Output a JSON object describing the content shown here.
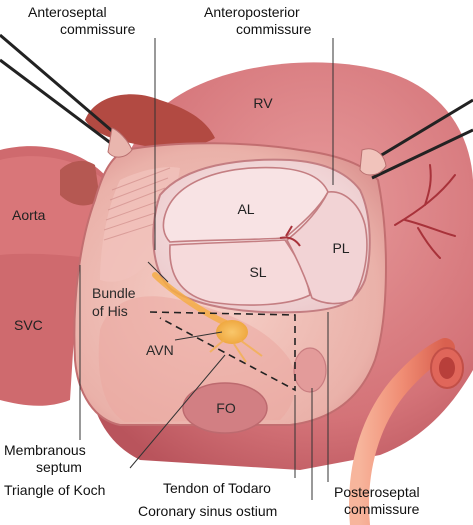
{
  "labels": {
    "anteroseptal_1": "Anteroseptal",
    "anteroseptal_2": "commissure",
    "anteroposterior_1": "Anteroposterior",
    "anteroposterior_2": "commissure",
    "rv": "RV",
    "aorta": "Aorta",
    "svc": "SVC",
    "al": "AL",
    "sl": "SL",
    "pl": "PL",
    "bundle_1": "Bundle",
    "bundle_2": "of His",
    "avn": "AVN",
    "fo": "FO",
    "membranous_1": "Membranous",
    "membranous_2": "septum",
    "triangle_koch": "Triangle of Koch",
    "tendon_todaro": "Tendon of Todaro",
    "coronary_sinus": "Coronary sinus ostium",
    "posteroseptal_1": "Posteroseptal",
    "posteroseptal_2": "commissure"
  },
  "colors": {
    "heart_dark": "#c8606a",
    "heart_mid": "#dc8287",
    "heart_light": "#f2b7b3",
    "atrium_floor": "#efc0b8",
    "valve": "#f6dcdc",
    "valve_edge": "#c47e82",
    "aorta_red": "#b24a42",
    "avn_orange": "#f5ad46",
    "vessel": "#a8323a"
  },
  "icons": [
    "retractor-left",
    "retractor-right"
  ]
}
